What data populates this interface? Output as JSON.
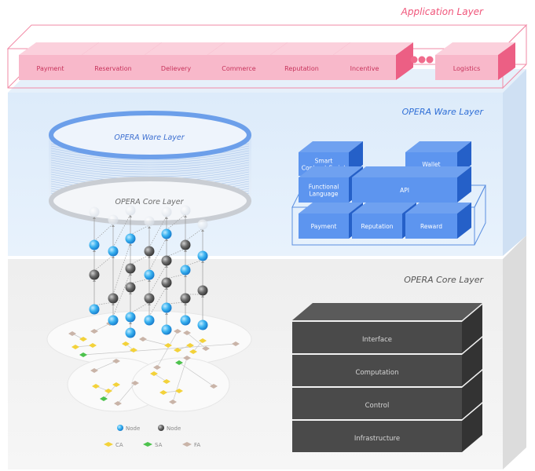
{
  "app_layer": {
    "title": "Application Layer",
    "modules": [
      "Payment",
      "Reservation",
      "Delievery",
      "Commerce",
      "Reputation",
      "Incentive"
    ],
    "last_module": "Logistics",
    "color": "#f0557a"
  },
  "ware_layer": {
    "title": "OPERA Ware Layer",
    "disk_top_label": "OPERA Ware Layer",
    "disk_bottom_label": "OPERA Core Layer",
    "blocks": {
      "smart_contract": "Smart\nContract Script",
      "wallet": "Wallet",
      "functional_language": "Functional\nLanguage",
      "api": "API",
      "payment": "Payment",
      "reputation": "Reputation",
      "reward": "Reward"
    },
    "color": "#3d7ee6"
  },
  "core_layer": {
    "title": "OPERA Core Layer",
    "stack": [
      "Interface",
      "Computation",
      "Control",
      "Infrastructure"
    ]
  },
  "legend": {
    "node_blue": "Node",
    "node_gray": "Node",
    "ca": "CA",
    "sa": "SA",
    "fa": "FA"
  }
}
